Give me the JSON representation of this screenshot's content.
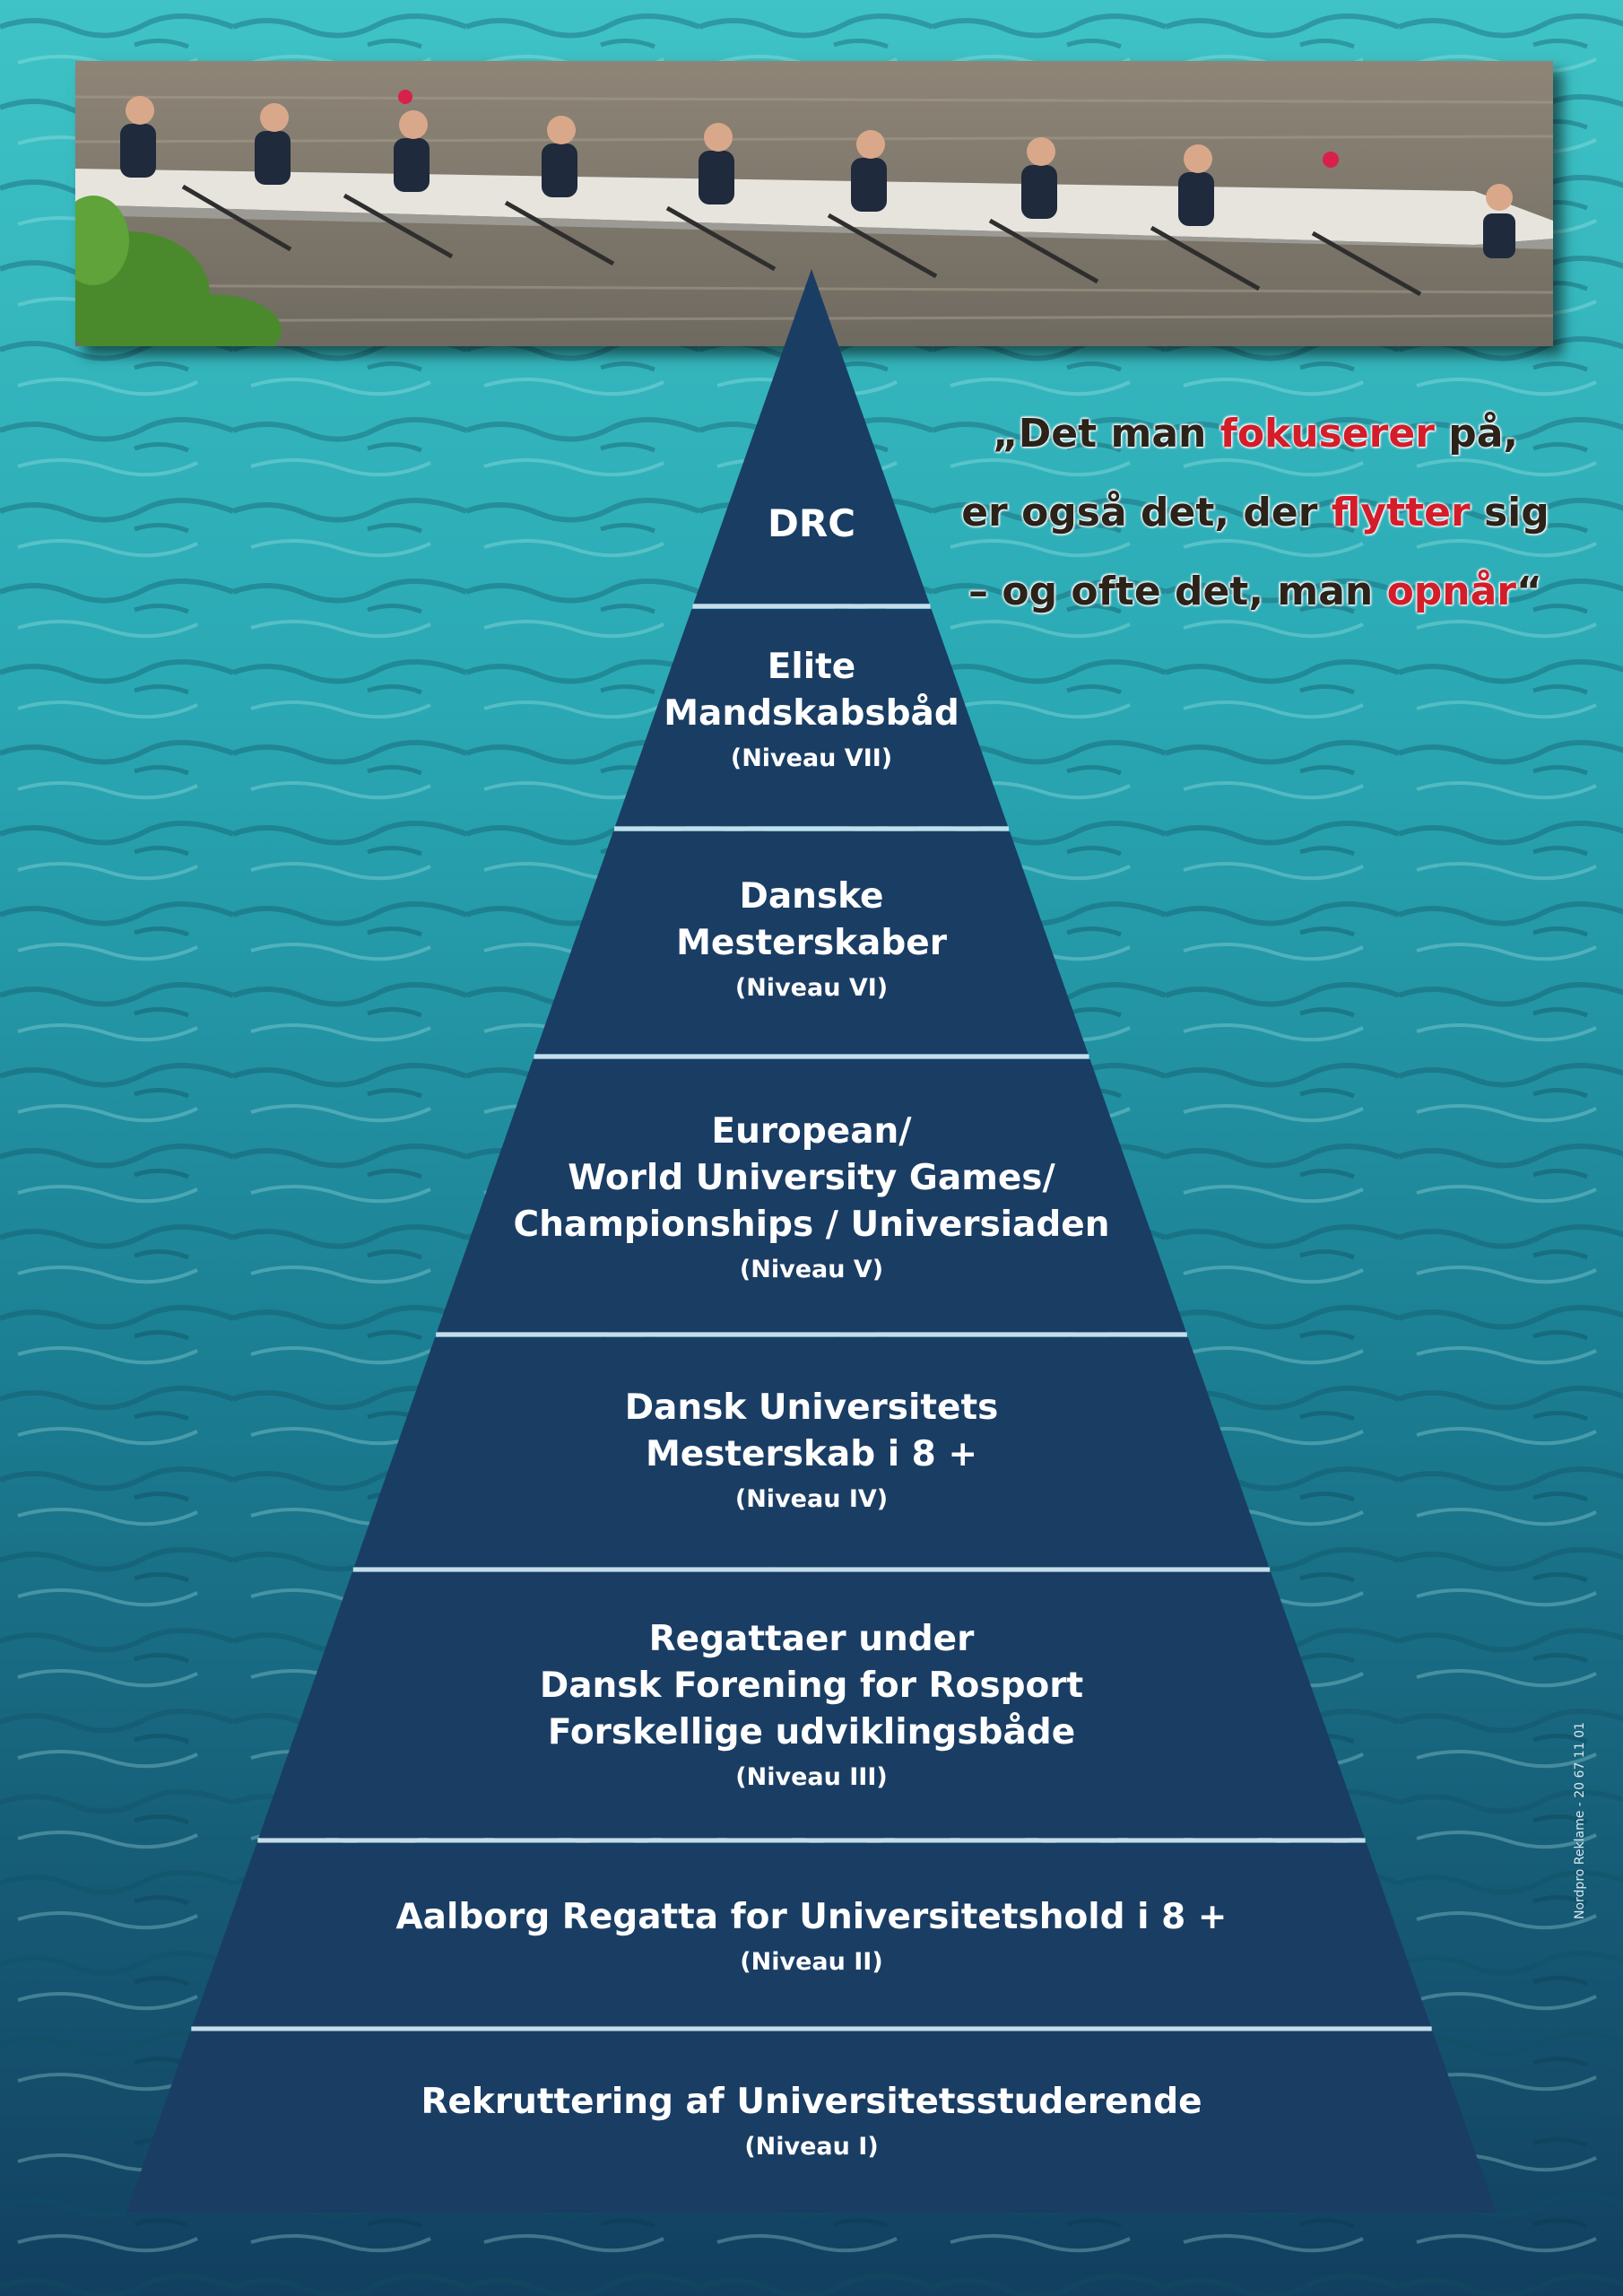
{
  "quote": {
    "line1": [
      "„Det man ",
      "fokuserer",
      " på,"
    ],
    "line2": [
      "er også det, der ",
      "flytter",
      " sig"
    ],
    "line3": [
      "– og ofte det, man ",
      "opnår",
      "“"
    ]
  },
  "pyramid": {
    "levels": [
      {
        "title": "DRC",
        "sub": ""
      },
      {
        "title": "Elite\nMandskabsbåd",
        "sub": "(Niveau  VII)"
      },
      {
        "title": "Danske\nMesterskaber",
        "sub": "(Niveau  VI)"
      },
      {
        "title": "European/\nWorld University Games/\nChampionships / Universiaden",
        "sub": "(Niveau  V)"
      },
      {
        "title": "Dansk Universitets\nMesterskab i 8 +",
        "sub": "(Niveau  IV)"
      },
      {
        "title": "Regattaer under\nDansk Forening for Rosport\nForskellige udviklingsbåde",
        "sub": "(Niveau  III)"
      },
      {
        "title": "Aalborg Regatta for Universitetshold i 8 +",
        "sub": "(Niveau  II)"
      },
      {
        "title": "Rekruttering af Universitetsstuderende",
        "sub": "(Niveau  I)"
      }
    ]
  },
  "credit": "Nordpro Reklame - 20 67 11 01",
  "colors": {
    "pyramid_fill": "#1a3d64",
    "divider": "#c8dcea",
    "quote_accent": "#d41d2a",
    "quote_text": "#2b221a"
  },
  "photo": {
    "subject": "rowing-eight-crew"
  }
}
